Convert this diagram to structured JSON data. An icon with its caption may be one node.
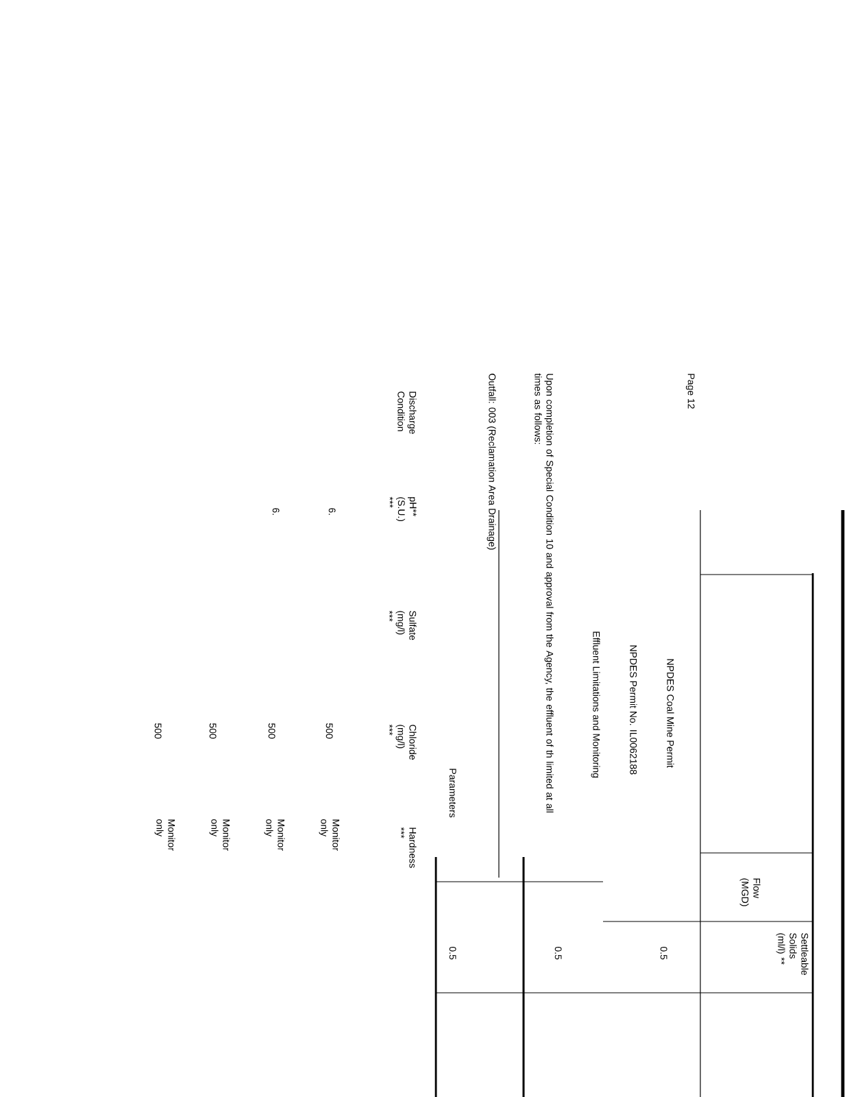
{
  "diagram": {
    "labels": [
      "Page 12",
      "NPDES Coal Mine Permit",
      "NPDES Permit No. IL0062188",
      "Effluent Limitations and Monitoring",
      "Upon completion of Special Condition 10 and approval from the Agency, the effluent of th limited at all times as follows:",
      "Outfall: 003 (Reclamation Area Drainage)",
      "Discharge Condition",
      "pH** (S.U.) ***",
      "Sulfate (mg/l) ***",
      "Chloride (mg/l) ***",
      "Parameters",
      "Hardness ***",
      "6.",
      "6.",
      "500",
      "500",
      "500",
      "500",
      "Monitor only",
      "Monitor only",
      "Monitor only",
      "Monitor only",
      "Flow (MGD)",
      "Settleable Solids (ml/l) **",
      "0.5",
      "0.5",
      "0.5"
    ]
  }
}
